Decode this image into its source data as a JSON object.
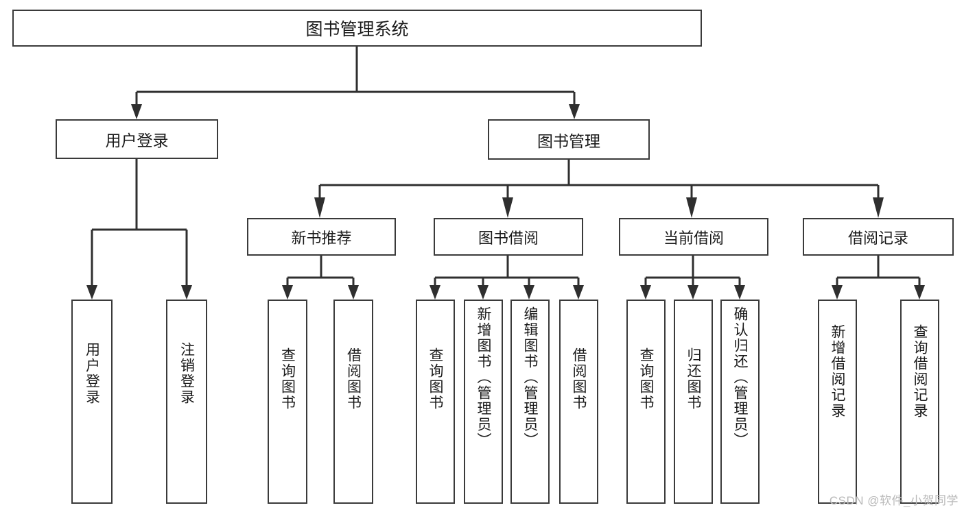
{
  "diagram": {
    "title": "图书管理系统",
    "watermark": "CSDN @软件_小贺同学",
    "colors": {
      "box_border": "#3a3a3a",
      "connector": "#2f2f2f",
      "background": "#ffffff",
      "text": "#1a1a1a",
      "watermark": "#b9b9b9"
    },
    "root": {
      "label": "图书管理系统"
    },
    "level1": [
      {
        "label": "用户登录"
      },
      {
        "label": "图书管理"
      }
    ],
    "level2": [
      {
        "label": "新书推荐"
      },
      {
        "label": "图书借阅"
      },
      {
        "label": "当前借阅"
      },
      {
        "label": "借阅记录"
      }
    ],
    "leaves": [
      {
        "label": "用户登录",
        "parent": "用户登录"
      },
      {
        "label": "注销登录",
        "parent": "用户登录"
      },
      {
        "label": "查询图书",
        "parent": "新书推荐"
      },
      {
        "label": "借阅图书",
        "parent": "新书推荐"
      },
      {
        "label": "查询图书",
        "parent": "图书借阅"
      },
      {
        "label": "新增图书（管理员）",
        "parent": "图书借阅"
      },
      {
        "label": "编辑图书（管理员）",
        "parent": "图书借阅"
      },
      {
        "label": "借阅图书",
        "parent": "图书借阅"
      },
      {
        "label": "查询图书",
        "parent": "当前借阅"
      },
      {
        "label": "归还图书",
        "parent": "当前借阅"
      },
      {
        "label": "确认归还（管理员）",
        "parent": "当前借阅"
      },
      {
        "label": "新增借阅记录",
        "parent": "借阅记录"
      },
      {
        "label": "查询借阅记录",
        "parent": "借阅记录"
      }
    ]
  }
}
